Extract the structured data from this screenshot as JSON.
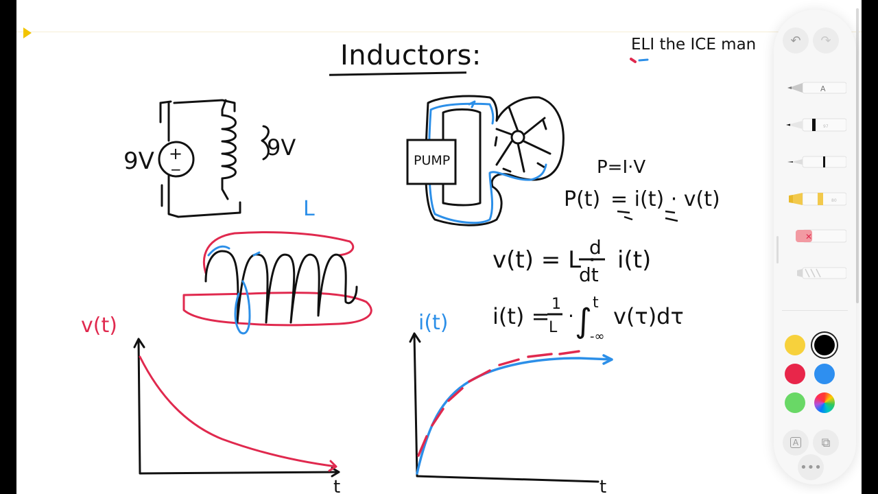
{
  "note": {
    "title": "Inductors:",
    "mnemonic": "ELI the ICE man",
    "circuit": {
      "source_label": "9V",
      "inductor_voltage_label": "9V",
      "source_plus": "+",
      "source_minus": "−"
    },
    "inductor_symbol": "L",
    "pump_label": "PUMP",
    "equations": {
      "power": "P=I·V",
      "power_time_lhs": "P(t)",
      "power_time_rhs": "= i(t) · v(t)",
      "voltage_lhs": "v(t) = L ·",
      "voltage_frac_num": "d",
      "voltage_frac_den": "dt",
      "voltage_rhs": "i(t)",
      "current_lhs": "i(t) =",
      "current_frac_num": "1",
      "current_frac_den": "L",
      "current_mid": "·",
      "current_integral": "∫",
      "current_upper": "t",
      "current_lower": "-∞",
      "current_rhs": "v(τ)dτ"
    },
    "graphs": {
      "voltage_label": "v(t)",
      "voltage_xaxis": "t",
      "current_label": "i(t)",
      "current_xaxis": "t"
    }
  },
  "toolbar": {
    "undo_icon": "undo-icon",
    "redo_icon": "redo-icon",
    "tools": [
      {
        "name": "pen",
        "label": "A"
      },
      {
        "name": "marker",
        "label": "97"
      },
      {
        "name": "fineliner",
        "label": ""
      },
      {
        "name": "highlighter",
        "label": "80"
      },
      {
        "name": "eraser",
        "label": ""
      },
      {
        "name": "lasso",
        "label": ""
      }
    ],
    "colors": [
      "#f7d13c",
      "#000000",
      "#e8264a",
      "#2e8ff0",
      "#69d866",
      "rainbow"
    ],
    "selected_color": "#000000",
    "accent_colors": {
      "red": "#e0294e",
      "blue": "#2c8fe8"
    }
  }
}
